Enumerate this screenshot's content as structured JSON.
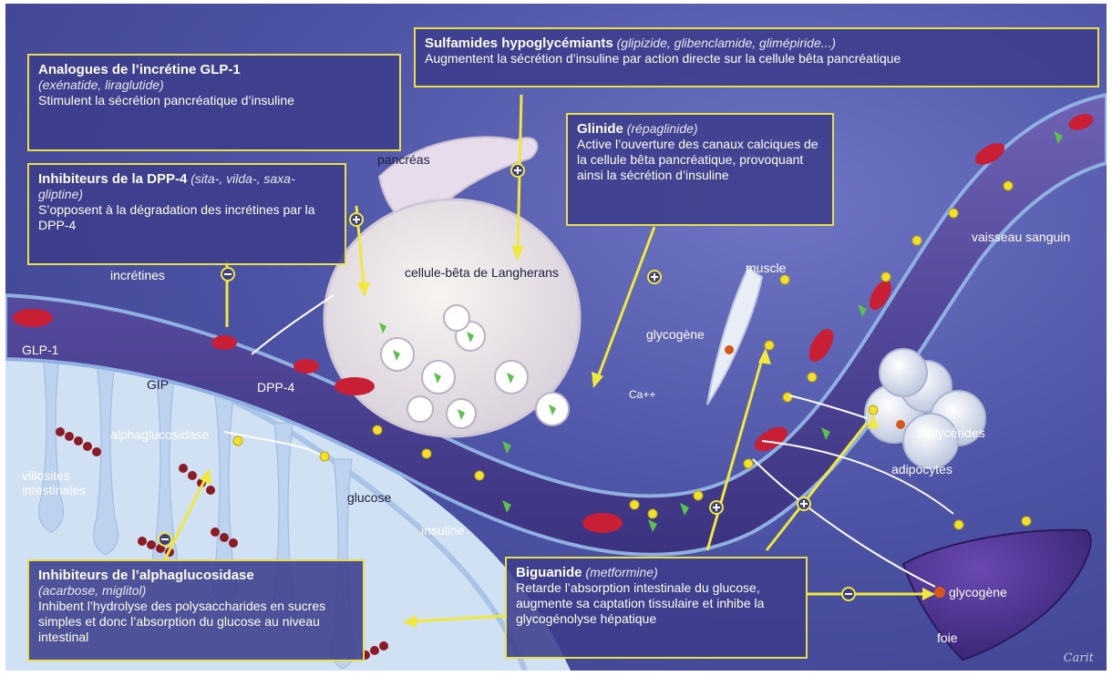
{
  "colors": {
    "box_border": "#e8e04a",
    "box_fill": "#3c3e8c",
    "arrow": "#f0e83a",
    "vessel": "#5a4f9c",
    "red_cell": "#c81f35",
    "glucose": "#f2e02a",
    "insulin": "#5cc04a",
    "liver": "#4b2f8e",
    "intestine": "#cfe1f3"
  },
  "boxes": {
    "sulfamides": {
      "title": "Sulfamides hypoglycémiants",
      "examples": "(glipizide, glibenclamide, glimépiride...)",
      "effect": "Augmentent la sécrétion d’insuline par action directe sur la cellule bêta pancréatique"
    },
    "glp1": {
      "title": "Analogues de l’incrétine GLP-1",
      "examples": "(exénatide, liraglutide)",
      "effect": "Stimulent la sécrétion pancréatique d’insuline"
    },
    "dpp4": {
      "title": "Inhibiteurs de la DPP-4",
      "examples": "(sita-, vilda-, saxa- gliptine)",
      "effect": "S’opposent à la dégradation des incrétines par la DPP-4"
    },
    "glinide": {
      "title": "Glinide",
      "examples": "(répaglinide)",
      "effect": "Active l’ouverture des canaux calciques de la cellule bêta pancréatique, provoquant ainsi la sécrétion d’insuline"
    },
    "alpha": {
      "title": "Inhibiteurs de l’alphaglucosidase",
      "examples": "(acarbose, miglitol)",
      "effect": "Inhibent l’hydrolyse des polysaccharides en sucres simples et donc l’absorption du glucose au niveau intestinal"
    },
    "biguanide": {
      "title": "Biguanide",
      "examples": "(metformine)",
      "effect": "Retarde l’absorption intestinale du glucose, augmente sa captation tissulaire et inhibe la glycogénolyse hépatique"
    }
  },
  "labels": {
    "pancreas": "pancréas",
    "beta_cell": "cellule-bêta de Langherans",
    "incretines": "incrétines",
    "glp1": "GLP-1",
    "gip": "GIP",
    "dpp4": "DPP-4",
    "alphaglucosidase": "alphaglucosidase",
    "villosites": "villosités intestinales",
    "glucose": "glucose",
    "insuline": "insuline",
    "calcium": "Ca++",
    "muscle": "muscle",
    "glycogene_muscle": "glycogène",
    "vaisseau": "vaisseau sanguin",
    "triglycerides": "triglycérides",
    "adipocytes": "adipocytes",
    "glycogene_liver": "glycogène",
    "foie": "foie",
    "signature": "Carit"
  },
  "markers": {
    "plus": "+",
    "minus": "−"
  }
}
